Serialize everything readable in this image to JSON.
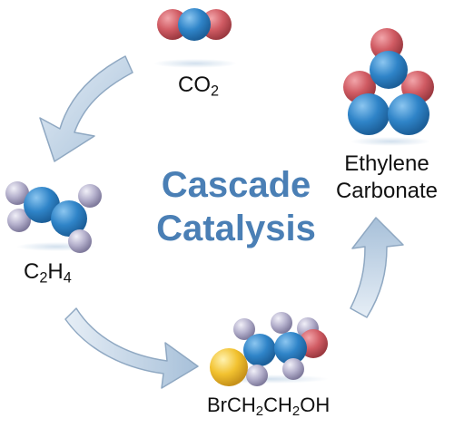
{
  "title": {
    "line1": "Cascade",
    "line2": "Catalysis"
  },
  "species": [
    {
      "id": "co2",
      "parts": [
        "CO",
        "2"
      ]
    },
    {
      "id": "c2h4",
      "parts": [
        "C",
        "2",
        "H",
        "4"
      ]
    },
    {
      "id": "bromoethanol",
      "parts": [
        "BrCH",
        "2",
        "CH",
        "2",
        "OH"
      ]
    },
    {
      "id": "ethylene-carbonate",
      "lines": [
        "Ethylene",
        "Carbonate"
      ]
    }
  ],
  "colors": {
    "title": "#4a7fb5",
    "carbon": "#2f84c8",
    "oxygen": "#d05b63",
    "hydrogen": "#b4b0cc",
    "bromine": "#f2c230",
    "arrow_fill": "#c7d7e6",
    "arrow_edge": "#8fa8c2"
  },
  "steps": [
    "CO2 to C2H4",
    "C2H4 to BrCH2CH2OH",
    "BrCH2CH2OH to Ethylene Carbonate"
  ]
}
